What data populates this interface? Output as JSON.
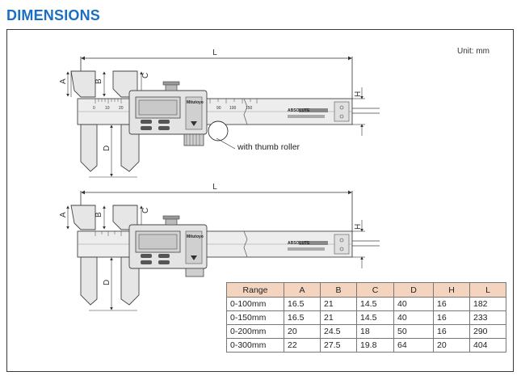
{
  "title": "DIMENSIONS",
  "unit": "Unit: mm",
  "callout": "with thumb roller",
  "labels": {
    "L": "L",
    "A": "A",
    "B": "B",
    "C": "C",
    "D": "D",
    "H": "H"
  },
  "scale_marks": [
    "0",
    "10",
    "20",
    "90",
    "100",
    "150"
  ],
  "brand": "Mitutoyo",
  "absolute_mark": "ABSOLUTE",
  "display_badge": "ABSOLUTE",
  "table": {
    "headers": [
      "Range",
      "A",
      "B",
      "C",
      "D",
      "H",
      "L"
    ],
    "rows": [
      [
        "0-100mm",
        "16.5",
        "21",
        "14.5",
        "40",
        "16",
        "182"
      ],
      [
        "0-150mm",
        "16.5",
        "21",
        "14.5",
        "40",
        "16",
        "233"
      ],
      [
        "0-200mm",
        "20",
        "24.5",
        "18",
        "50",
        "16",
        "290"
      ],
      [
        "0-300mm",
        "22",
        "27.5",
        "19.8",
        "64",
        "20",
        "404"
      ]
    ]
  }
}
